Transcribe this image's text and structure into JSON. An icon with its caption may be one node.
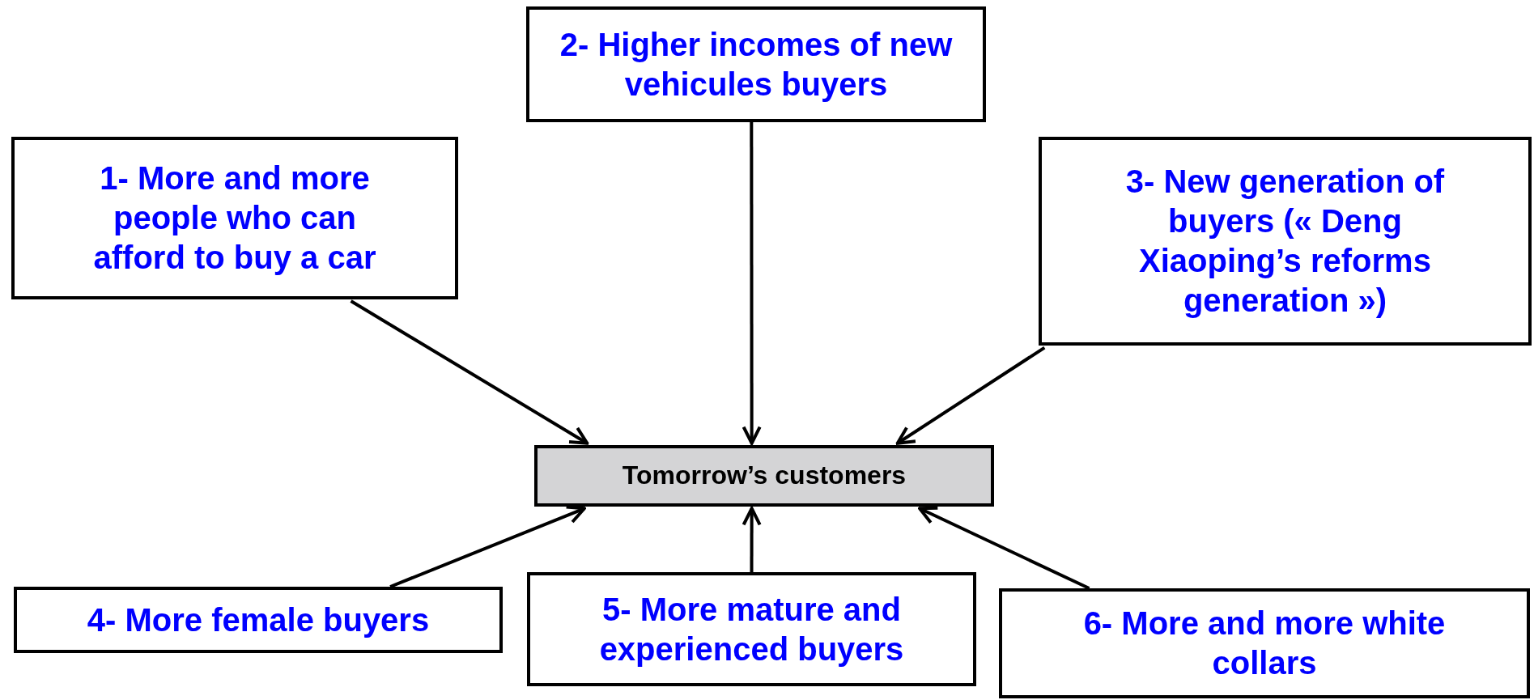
{
  "diagram": {
    "nodes": [
      {
        "text": [
          "1- More and more people who can afford to buy a car"
        ]
      },
      {
        "text": [
          "2- Higher incomes of new vehicules buyers"
        ]
      },
      {
        "text": [
          "3- New generation of buyers (« Deng Xiaoping’s reforms generation »)"
        ]
      },
      {
        "text": [
          "Tomorrow’s customers"
        ]
      },
      {
        "text": [
          "4- More female buyers"
        ]
      },
      {
        "text": [
          "5- More mature and experienced buyers"
        ]
      },
      {
        "text": [
          "6- More and more white collars"
        ]
      }
    ],
    "edges": [
      {
        "from": 0,
        "to": 3,
        "arrow": "to"
      },
      {
        "from": 1,
        "to": 3,
        "arrow": "to"
      },
      {
        "from": 2,
        "to": 3,
        "arrow": "to"
      },
      {
        "from": 4,
        "to": 3,
        "arrow": "to"
      },
      {
        "from": 5,
        "to": 3,
        "arrow": "to"
      },
      {
        "from": 6,
        "to": 3,
        "arrow": "to"
      }
    ]
  }
}
